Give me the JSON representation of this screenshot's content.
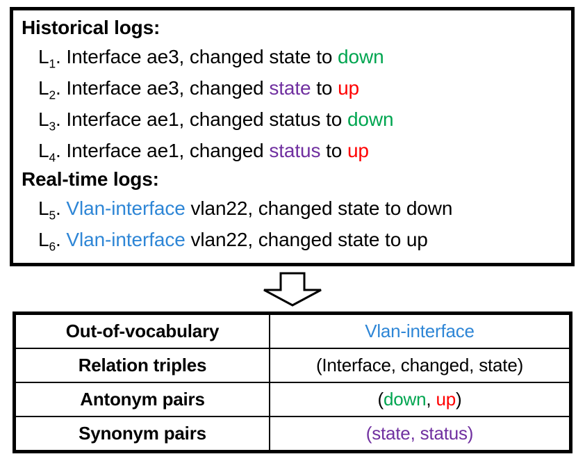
{
  "colors": {
    "green": "#00A550",
    "red": "#FF0000",
    "purple": "#7030A0",
    "blue": "#2E86D6",
    "black": "#000000",
    "border": "#000000",
    "background": "#FFFFFF"
  },
  "logs_panel": {
    "historical_heading": "Historical logs:",
    "realtime_heading": "Real-time logs:",
    "historical_lines": [
      {
        "id": "L",
        "sub": "1",
        "dot": ".",
        "parts": [
          {
            "text": "Interface ae3, changed state to ",
            "color": "black"
          },
          {
            "text": "down",
            "color": "green"
          }
        ]
      },
      {
        "id": "L",
        "sub": "2",
        "dot": ".",
        "parts": [
          {
            "text": "Interface ae3, changed ",
            "color": "black"
          },
          {
            "text": "state",
            "color": "purple"
          },
          {
            "text": " to ",
            "color": "black"
          },
          {
            "text": "up",
            "color": "red"
          }
        ]
      },
      {
        "id": "L",
        "sub": "3",
        "dot": ".",
        "parts": [
          {
            "text": "Interface ae1, changed status to ",
            "color": "black"
          },
          {
            "text": "down",
            "color": "green"
          }
        ]
      },
      {
        "id": "L",
        "sub": "4",
        "dot": ".",
        "parts": [
          {
            "text": "Interface ae1, changed ",
            "color": "black"
          },
          {
            "text": "status",
            "color": "purple"
          },
          {
            "text": " to ",
            "color": "black"
          },
          {
            "text": "up",
            "color": "red"
          }
        ]
      }
    ],
    "realtime_lines": [
      {
        "id": "L",
        "sub": "5",
        "dot": ".",
        "parts": [
          {
            "text": "Vlan-interface",
            "color": "blue"
          },
          {
            "text": " vlan22, changed state to down",
            "color": "black"
          }
        ]
      },
      {
        "id": "L",
        "sub": "6",
        "dot": ".",
        "parts": [
          {
            "text": "Vlan-interface",
            "color": "blue"
          },
          {
            "text": " vlan22, changed state to up",
            "color": "black"
          }
        ]
      }
    ]
  },
  "arrow": {
    "icon": "down-arrow-outline-icon",
    "direction": "down",
    "fill": "#FFFFFF",
    "stroke": "#000000"
  },
  "summary_table": {
    "rows": [
      {
        "label": "Out-of-vocabulary",
        "value_parts": [
          {
            "text": "Vlan-interface",
            "color": "blue"
          }
        ]
      },
      {
        "label": "Relation triples",
        "value_parts": [
          {
            "text": "(Interface, changed, state)",
            "color": "black"
          }
        ]
      },
      {
        "label": "Antonym pairs",
        "value_parts": [
          {
            "text": "(",
            "color": "black"
          },
          {
            "text": "down",
            "color": "green"
          },
          {
            "text": ", ",
            "color": "black"
          },
          {
            "text": "up",
            "color": "red"
          },
          {
            "text": ")",
            "color": "black"
          }
        ]
      },
      {
        "label": "Synonym pairs",
        "value_parts": [
          {
            "text": "(",
            "color": "purple"
          },
          {
            "text": "state",
            "color": "purple"
          },
          {
            "text": ", ",
            "color": "purple"
          },
          {
            "text": "status",
            "color": "purple"
          },
          {
            "text": ")",
            "color": "purple"
          }
        ]
      }
    ]
  }
}
